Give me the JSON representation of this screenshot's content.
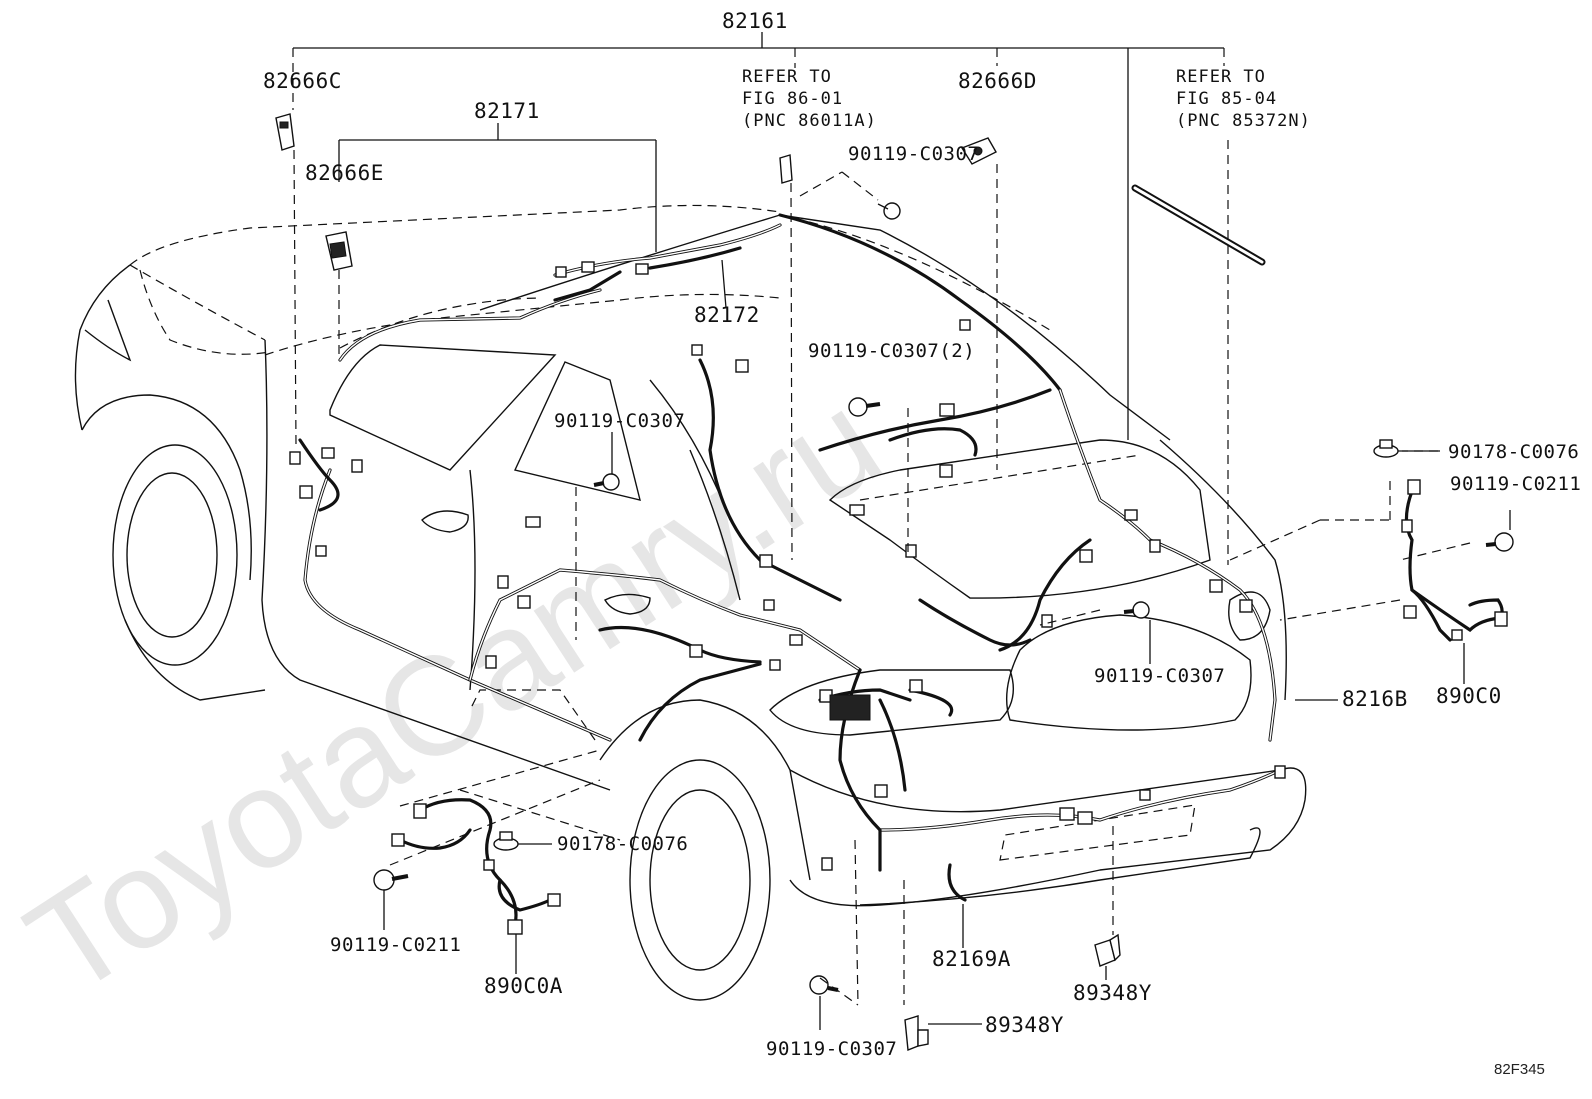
{
  "watermark": "ToyotaCamry.ru",
  "figure_code": "82F345",
  "labels": {
    "p82161": "82161",
    "p82171": "82171",
    "p82172": "82172",
    "p82666C": "82666C",
    "p82666D": "82666D",
    "p82666E": "82666E",
    "p8216B": "8216B",
    "p82169A": "82169A",
    "p890C0": "890C0",
    "p890C0A": "890C0A",
    "p89348Y_a": "89348Y",
    "p89348Y_b": "89348Y",
    "bolt_top": "90119-C0307",
    "bolt_mid2": "90119-C0307(2)",
    "bolt_left": "90119-C0307",
    "bolt_right": "90119-C0307",
    "bolt_bottom": "90119-C0307",
    "bolt_0211_right": "90119-C0211",
    "bolt_0211_left": "90119-C0211",
    "nut_0076_right": "90178-C0076",
    "nut_0076_left": "90178-C0076"
  },
  "refer_notes": {
    "left": [
      "REFER TO",
      "FIG 86-01",
      "(PNC 86011A)"
    ],
    "right": [
      "REFER TO",
      "FIG 85-04",
      "(PNC 85372N)"
    ]
  }
}
